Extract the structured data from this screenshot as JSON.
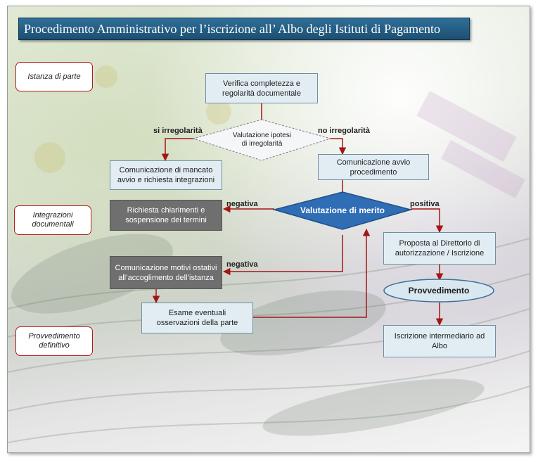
{
  "title": "Procedimento Amministrativo per l’iscrizione all’ Albo degli Istituti di Pagamento",
  "side_labels": {
    "istanza": "Istanza di parte",
    "integrazioni": "Integrazioni documentali",
    "provvedimento_definitivo": "Provvedimento definitivo"
  },
  "nodes": {
    "verifica": "Verifica completezza e regolarità documentale",
    "valutazione_ipotesi": "Valutazione ipotesi di irregolarità",
    "comunicazione_mancato": "Comunicazione di mancato avvio e richiesta integrazioni",
    "comunicazione_avvio": "Comunicazione avvio procedimento",
    "valutazione_merito": "Valutazione di merito",
    "richiesta_chiarimenti": "Richiesta chiarimenti e sospensione dei termini",
    "comunicazione_motivi": "Comunicazione motivi ostativi all’accoglimento dell’istanza",
    "esame_osservazioni": "Esame eventuali osservazioni della parte",
    "proposta": "Proposta al Direttorio di autorizzazione / Iscrizione",
    "provvedimento": "Provvedimento",
    "iscrizione": "Iscrizione intermediario ad Albo"
  },
  "edge_labels": {
    "si_irregolarita": "si irregolarità",
    "no_irregolarita": "no irregolarità",
    "negativa_1": "negativa",
    "negativa_2": "negativa",
    "positiva": "positiva"
  },
  "colors": {
    "title_bg": "#1d4f72",
    "arrow": "#a31616",
    "merit_diamond": "#2f6db5",
    "box_light": "#e2edf3",
    "box_dark": "#6f6f6f"
  }
}
